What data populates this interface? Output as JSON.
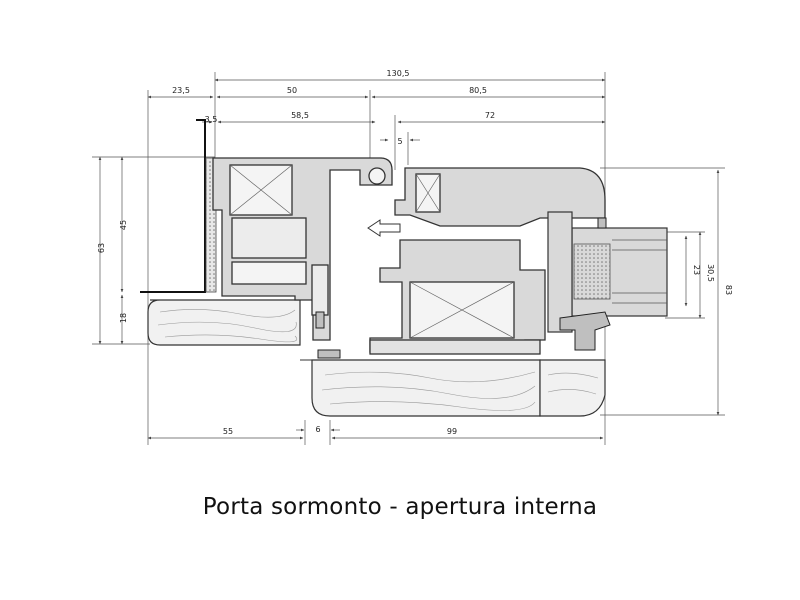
{
  "caption": "Porta sormonto - apertura interna",
  "dimensions": {
    "total_width": "130,5",
    "left_offset": "23,5",
    "frame_width": "50",
    "sash_width": "80,5",
    "sill_step": "3,5",
    "frame_inner": "58,5",
    "sash_inner": "72",
    "overlap": "5",
    "overall_height": "63",
    "upper_height": "45",
    "lower_height": "18",
    "glass_inner": "23",
    "glass_outer": "30,5",
    "sash_height": "83",
    "bottom_left": "55",
    "bottom_gap": "6",
    "bottom_right": "99"
  },
  "colors": {
    "profile_fill": "#d9d9d9",
    "profile_stroke": "#333333",
    "wood_fill": "#f1f1f1",
    "line": "#555555"
  }
}
